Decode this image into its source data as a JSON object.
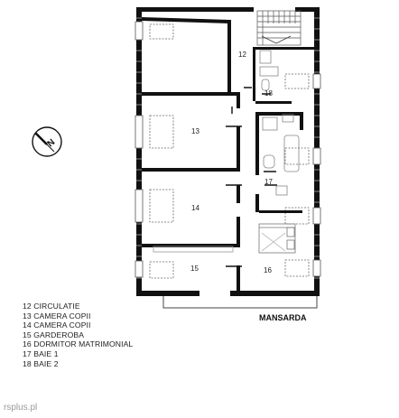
{
  "plan": {
    "title": "MANSARDA",
    "rooms": [
      {
        "number": "12",
        "name": "CIRCULATIE"
      },
      {
        "number": "13",
        "name": "CAMERA COPII"
      },
      {
        "number": "14",
        "name": "CAMERA COPII"
      },
      {
        "number": "15",
        "name": "GARDEROBA"
      },
      {
        "number": "16",
        "name": "DORMITOR MATRIMONIAL"
      },
      {
        "number": "17",
        "name": "BAIE 1"
      },
      {
        "number": "18",
        "name": "BAIE 2"
      }
    ]
  },
  "legend": [
    "12 CIRCULATIE",
    "13 CAMERA COPII",
    "14 CAMERA COPII",
    "15 GARDEROBA",
    "16 DORMITOR MATRIMONIAL",
    "17 BAIE 1",
    "18 BAIE 2"
  ],
  "footer": {
    "site": "rsplus.pl"
  },
  "compass": {
    "label": "N",
    "icon": "north-arrow-icon"
  },
  "colors": {
    "wall": "#111111",
    "background": "#ffffff",
    "fixture": "#888888"
  }
}
